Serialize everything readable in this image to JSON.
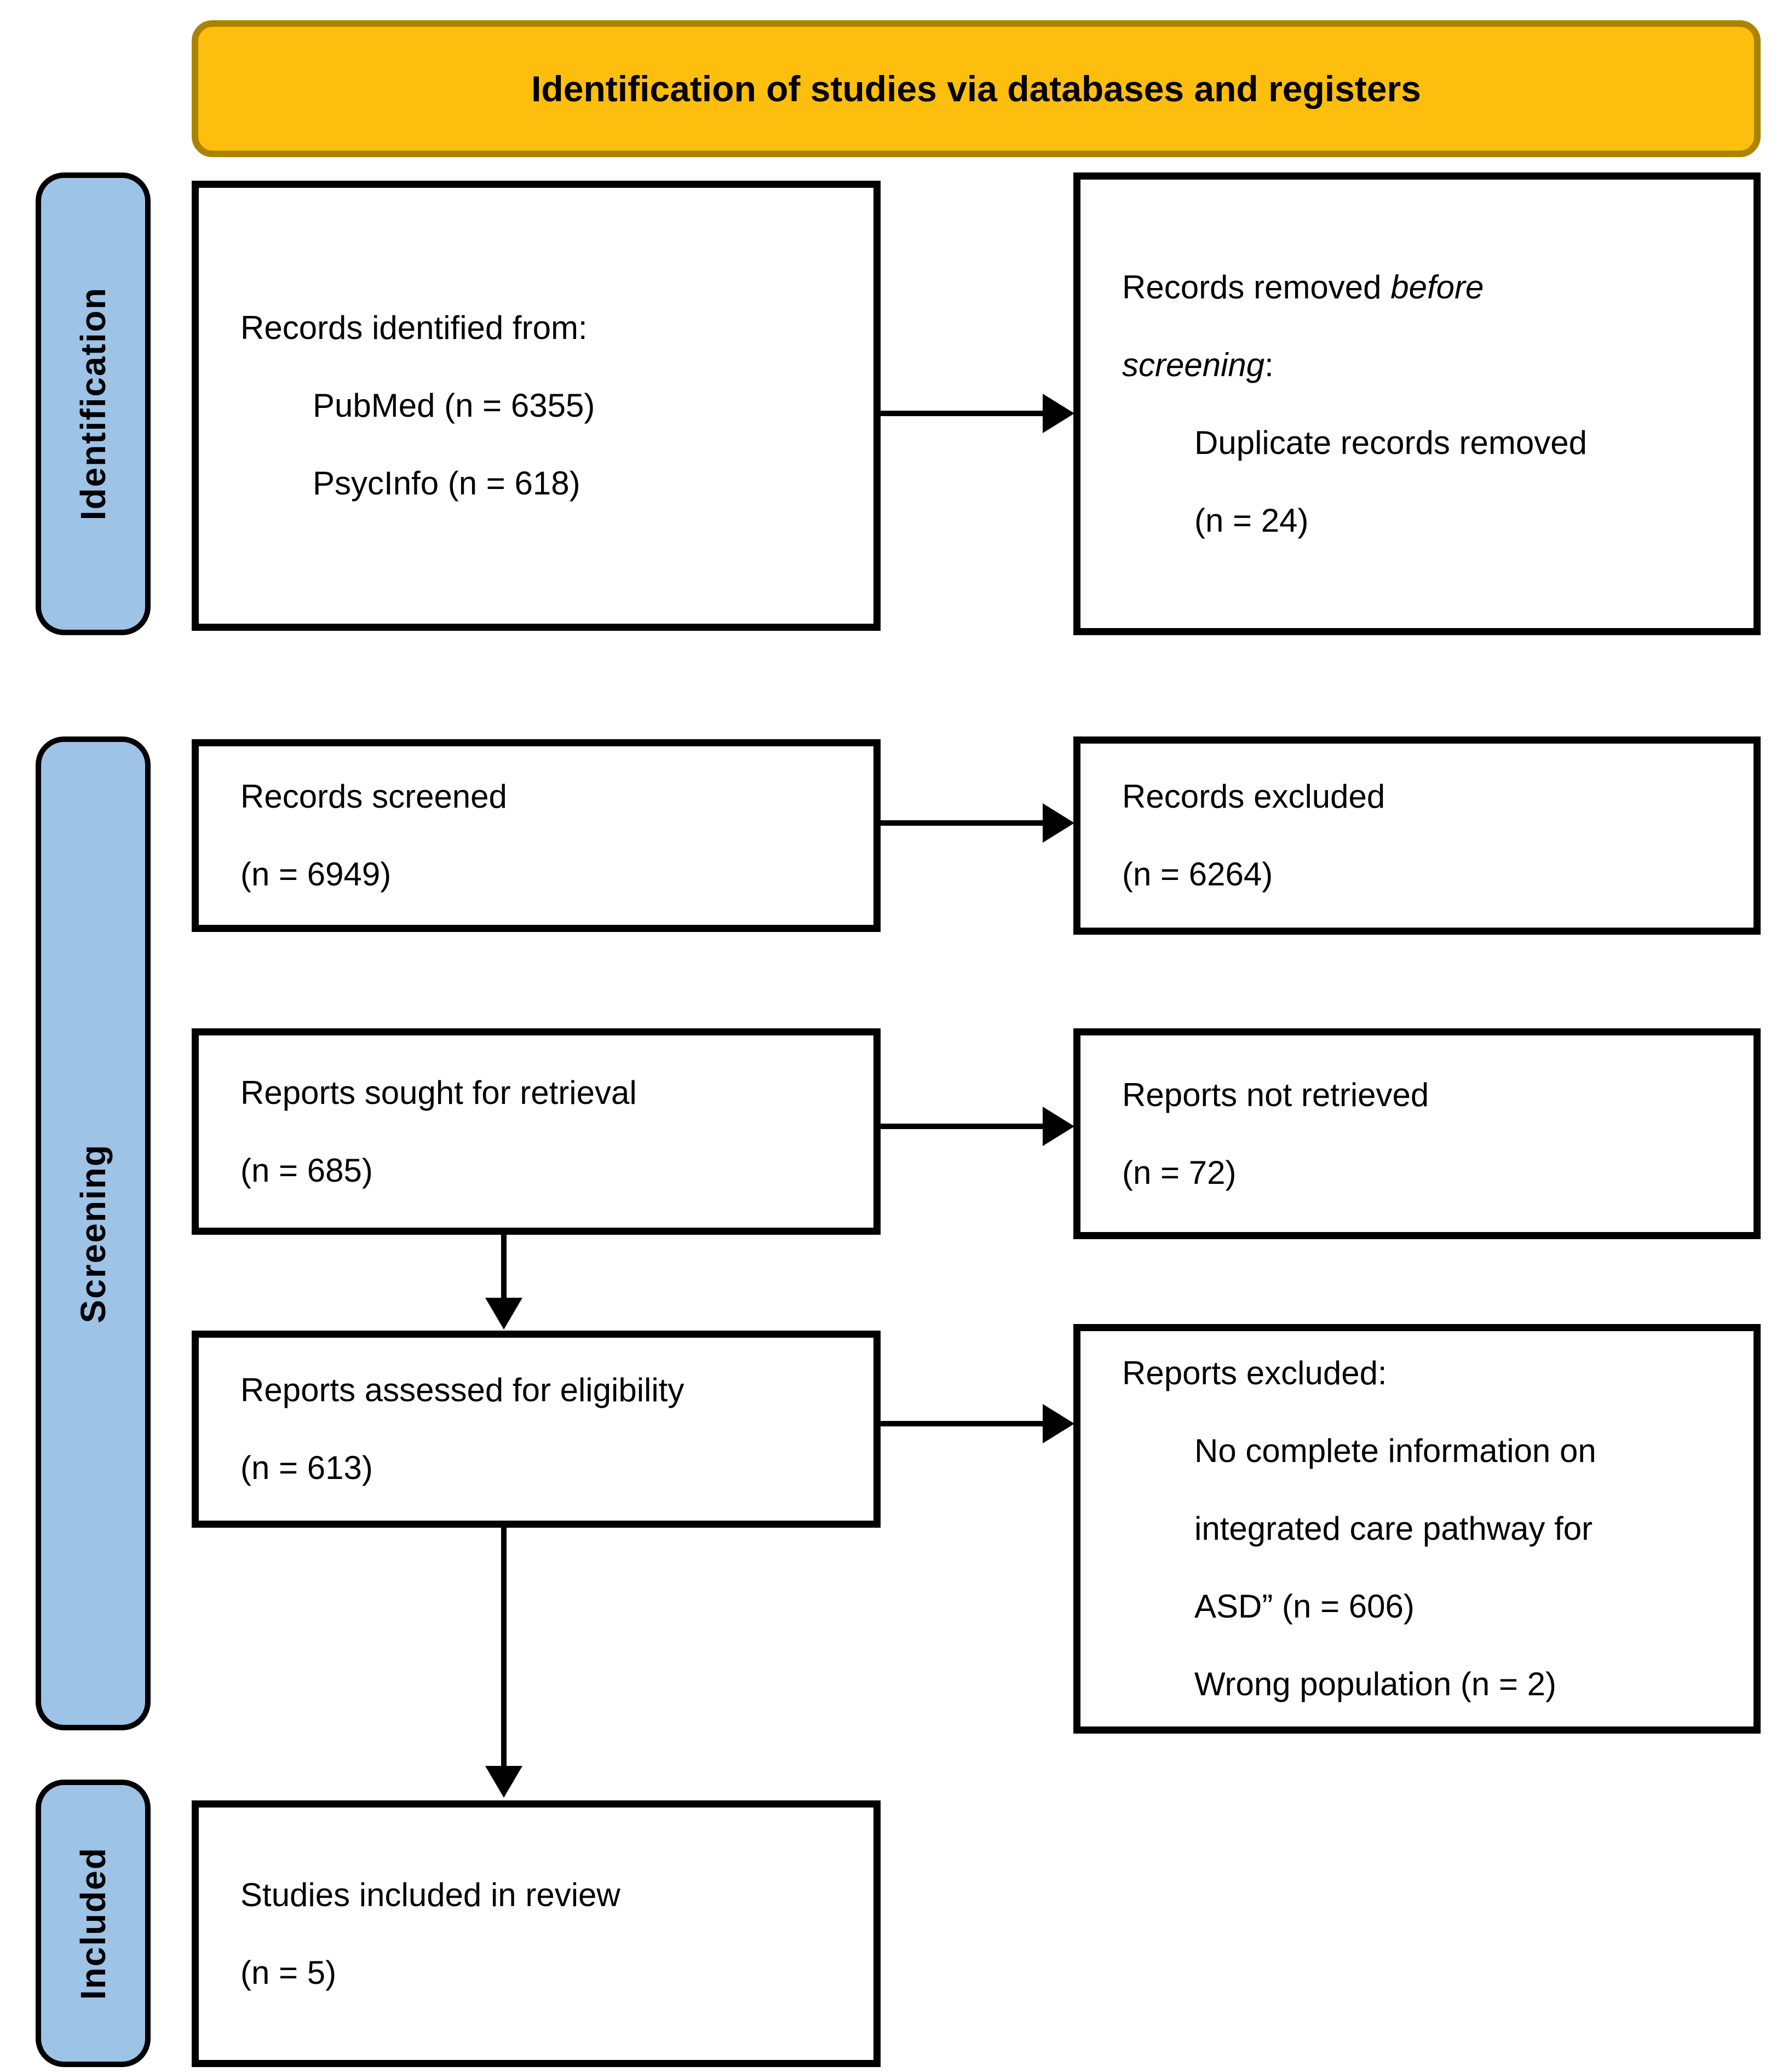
{
  "banner": {
    "label": "Identification of studies via databases and registers"
  },
  "stages": [
    {
      "id": "identification",
      "label": "Identification"
    },
    {
      "id": "screening",
      "label": "Screening"
    },
    {
      "id": "included",
      "label": "Included"
    }
  ],
  "boxes": [
    {
      "id": "records-identified",
      "stage": "Identification",
      "lines": [
        {
          "indent": 0,
          "runs": [
            {
              "t": "Records identified from:"
            }
          ]
        },
        {
          "indent": 1,
          "runs": [
            {
              "t": "PubMed (n = 6355)"
            }
          ]
        },
        {
          "indent": 1,
          "runs": [
            {
              "t": "PsycInfo (n = 618)"
            }
          ]
        }
      ]
    },
    {
      "id": "records-removed",
      "stage": "Identification",
      "lines": [
        {
          "indent": 0,
          "runs": [
            {
              "t": "Records removed "
            },
            {
              "t": "before",
              "i": true
            }
          ]
        },
        {
          "indent": 0,
          "runs": [
            {
              "t": "screening",
              "i": true
            },
            {
              "t": ":"
            }
          ]
        },
        {
          "indent": 1,
          "runs": [
            {
              "t": "Duplicate records removed"
            }
          ]
        },
        {
          "indent": 1,
          "runs": [
            {
              "t": "(n = 24)"
            }
          ]
        }
      ]
    },
    {
      "id": "records-screened",
      "stage": "Screening",
      "lines": [
        {
          "indent": 0,
          "runs": [
            {
              "t": "Records screened"
            }
          ]
        },
        {
          "indent": 0,
          "runs": [
            {
              "t": "(n = 6949)"
            }
          ]
        }
      ]
    },
    {
      "id": "records-excluded",
      "stage": "Screening",
      "lines": [
        {
          "indent": 0,
          "runs": [
            {
              "t": "Records excluded"
            }
          ]
        },
        {
          "indent": 0,
          "runs": [
            {
              "t": "(n = 6264)"
            }
          ]
        }
      ]
    },
    {
      "id": "reports-sought",
      "stage": "Screening",
      "lines": [
        {
          "indent": 0,
          "runs": [
            {
              "t": "Reports sought for retrieval"
            }
          ]
        },
        {
          "indent": 0,
          "runs": [
            {
              "t": "(n = 685)"
            }
          ]
        }
      ]
    },
    {
      "id": "reports-not-retrieved",
      "stage": "Screening",
      "lines": [
        {
          "indent": 0,
          "runs": [
            {
              "t": "Reports not retrieved"
            }
          ]
        },
        {
          "indent": 0,
          "runs": [
            {
              "t": "(n = 72)"
            }
          ]
        }
      ]
    },
    {
      "id": "reports-assessed",
      "stage": "Screening",
      "lines": [
        {
          "indent": 0,
          "runs": [
            {
              "t": "Reports assessed for eligibility"
            }
          ]
        },
        {
          "indent": 0,
          "runs": [
            {
              "t": "(n = 613)"
            }
          ]
        }
      ]
    },
    {
      "id": "reports-excluded",
      "stage": "Screening",
      "lines": [
        {
          "indent": 0,
          "runs": [
            {
              "t": "Reports excluded:"
            }
          ]
        },
        {
          "indent": 1,
          "runs": [
            {
              "t": "No complete information on"
            }
          ]
        },
        {
          "indent": 1,
          "runs": [
            {
              "t": "integrated care pathway for"
            }
          ]
        },
        {
          "indent": 1,
          "runs": [
            {
              "t": "ASD” (n = 606)"
            }
          ]
        },
        {
          "indent": 1,
          "runs": [
            {
              "t": "Wrong population (n = 2)"
            }
          ]
        }
      ]
    },
    {
      "id": "studies-included",
      "stage": "Included",
      "lines": [
        {
          "indent": 0,
          "runs": [
            {
              "t": "Studies included in review"
            }
          ]
        },
        {
          "indent": 0,
          "runs": [
            {
              "t": "(n = 5)"
            }
          ]
        }
      ]
    }
  ],
  "colors": {
    "banner_fill": "#FDBE0D",
    "banner_border": "#AB8300",
    "stage_fill": "#9DC3E6",
    "stage_border": "#000000",
    "box_border": "#000000",
    "arrow": "#000000",
    "background": "#FFFFFF"
  }
}
